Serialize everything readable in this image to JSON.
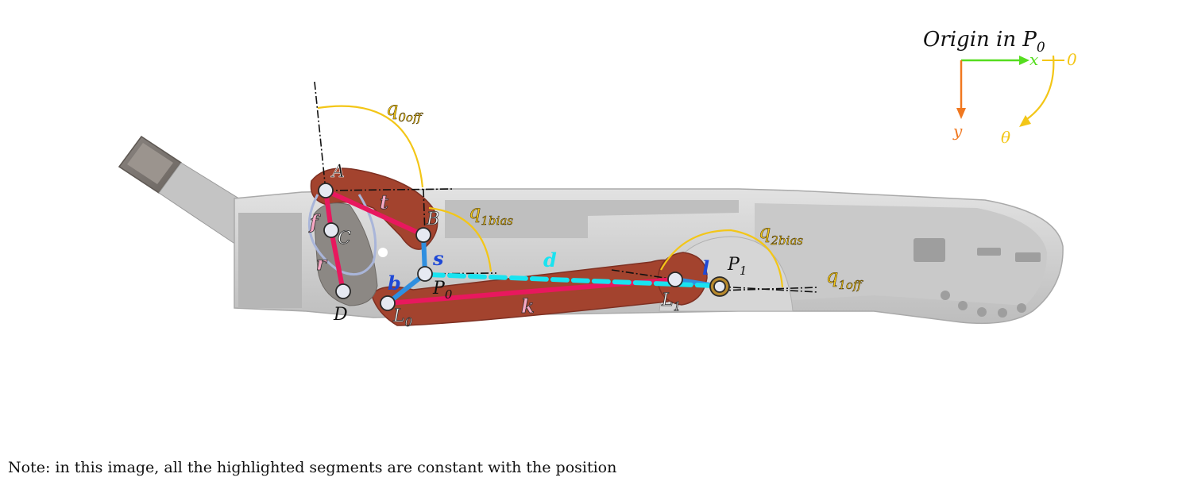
{
  "legend": {
    "title": "Origin in P",
    "title_sub": "0",
    "x_axis": "x",
    "y_axis": "y",
    "zero": "0",
    "theta": "θ"
  },
  "points": {
    "A": "A",
    "B": "B",
    "C": "C",
    "D": "D",
    "P0": "P",
    "P0_sub": "0",
    "P1": "P",
    "P1_sub": "1",
    "L0": "L",
    "L0_sub": "0",
    "L1": "L",
    "L1_sub": "1"
  },
  "segments": {
    "t": "t",
    "f": "f",
    "r": "r",
    "s": "s",
    "b": "b",
    "d": "d",
    "k": "k",
    "l": "l"
  },
  "angles": {
    "q0off": "q",
    "q0off_sub": "0off",
    "q1bias": "q",
    "q1bias_sub": "1bias",
    "q2bias": "q",
    "q2bias_sub": "2bias",
    "q1off": "q",
    "q1off_sub": "1off"
  },
  "colors": {
    "link_brown": "#a3432e",
    "segment_pink": "#e8185e",
    "segment_blue": "#2f8fe0",
    "segment_cyan": "#19e3f0",
    "angle_gold": "#f3c617",
    "axis_green": "#55dd1f",
    "axis_orange": "#f07820",
    "body_gray": "#cfcfcf"
  },
  "note": "Note: in this image, all the highlighted segments are constant with the position"
}
